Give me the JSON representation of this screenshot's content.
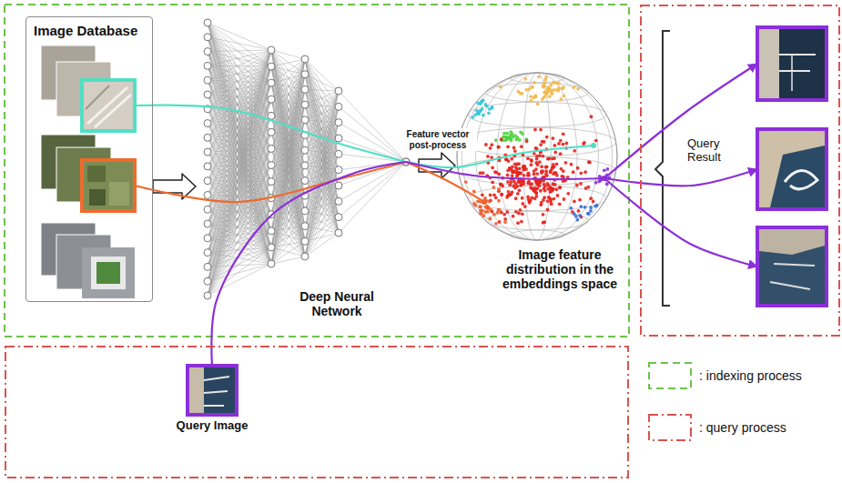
{
  "diagram": {
    "nodes": [
      {
        "text": [
          "Image Database"
        ]
      },
      {
        "text": [
          "Deep Neural Network"
        ]
      },
      {
        "text": [
          "Image feature distribution in the embeddings space"
        ]
      },
      {
        "text": [
          "Query Result"
        ]
      },
      {
        "text": [
          "Query Image"
        ]
      }
    ],
    "edges": [
      {
        "from": 0,
        "to": 1,
        "arrow": "to"
      },
      {
        "from": 0,
        "to": 1,
        "arrow": "none"
      },
      {
        "from": 0,
        "to": 1,
        "arrow": "none"
      },
      {
        "from": 4,
        "to": 1,
        "arrow": "none"
      },
      {
        "from": 1,
        "to": 2,
        "label": "Feature vector post-process",
        "arrow": "to"
      },
      {
        "from": 1,
        "to": 2,
        "arrow": "none"
      },
      {
        "from": 1,
        "to": 2,
        "arrow": "none"
      },
      {
        "from": 1,
        "to": 2,
        "arrow": "none"
      },
      {
        "from": 2,
        "to": 3,
        "arrow": "to"
      },
      {
        "from": 2,
        "to": 3,
        "arrow": "to"
      },
      {
        "from": 2,
        "to": 3,
        "arrow": "to"
      }
    ],
    "legend": [
      {
        "text": ": indexing process"
      },
      {
        "text": ": query process"
      }
    ]
  }
}
